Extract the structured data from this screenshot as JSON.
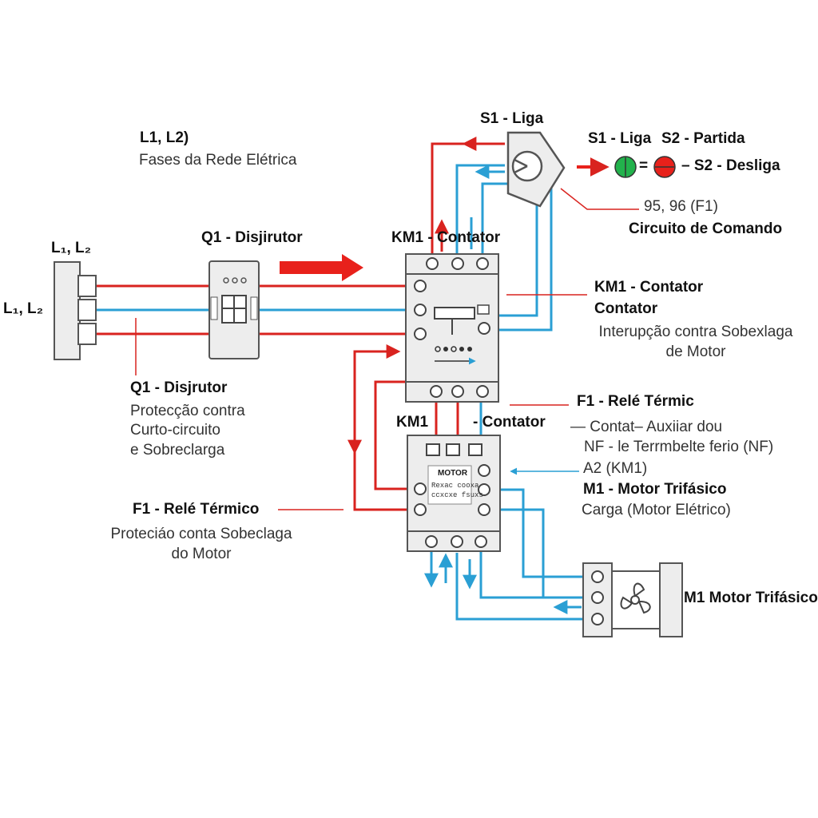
{
  "colors": {
    "phase": "#d9231f",
    "neutral": "#2a9fd4",
    "frame": "#555555",
    "body": "#ededed",
    "green": "#22b24c",
    "red": "#e8211b"
  },
  "labels": {
    "network_title": "L1, L2)",
    "network_desc": "Fases da Rede Elétrica",
    "rail_top": "L₁, L₂",
    "rail_side": "L₁, L₂",
    "q1_top": "Q1 - Disjirutor",
    "q1_bottom_title": "Q1 - Disjrutor",
    "q1_bottom_desc": [
      "Protecção contra",
      "Curto-circuito",
      "e Sobreclarga"
    ],
    "f1_left_title": "F1 - Relé Térmico",
    "f1_left_desc": [
      "Proteciáo conta Sobeclaga",
      "do Motor"
    ],
    "s1_top": "S1 - Liga",
    "legend_s1": "S1 - Liga",
    "legend_s2": "S2 - Partida",
    "legend_eq": "=",
    "legend_desliga": "– S2 - Desliga",
    "f1_terminals": "95, 96 (F1)",
    "command_circuit": "Circuito de Comando",
    "km1_top": "KM1 -  Contator",
    "km1_right_title": "KM1 - Contator",
    "km1_right_sub": "Contator",
    "km1_right_desc": [
      "Interupção contra Sobexlaga",
      "de Motor"
    ],
    "f1_right_title": "F1 - Relé Térmic",
    "km1_mid_a": "KM1",
    "km1_mid_b": "- Contator",
    "aux_line1": "—  Contat– Auxiiar dou",
    "aux_line2": "NF - le Terrmbelte ferio (NF)",
    "a2": "A2 (KM1)",
    "m1_title": "M1 - Motor Trifásico",
    "m1_desc": "Carga (Motor Elétrico)",
    "m1_right": "M1  Motor Trifásico",
    "relay_plate_title": "MOTOR",
    "relay_plate_line1": "Rexac cooxa",
    "relay_plate_line2": "ccxcxe fsuxs"
  }
}
